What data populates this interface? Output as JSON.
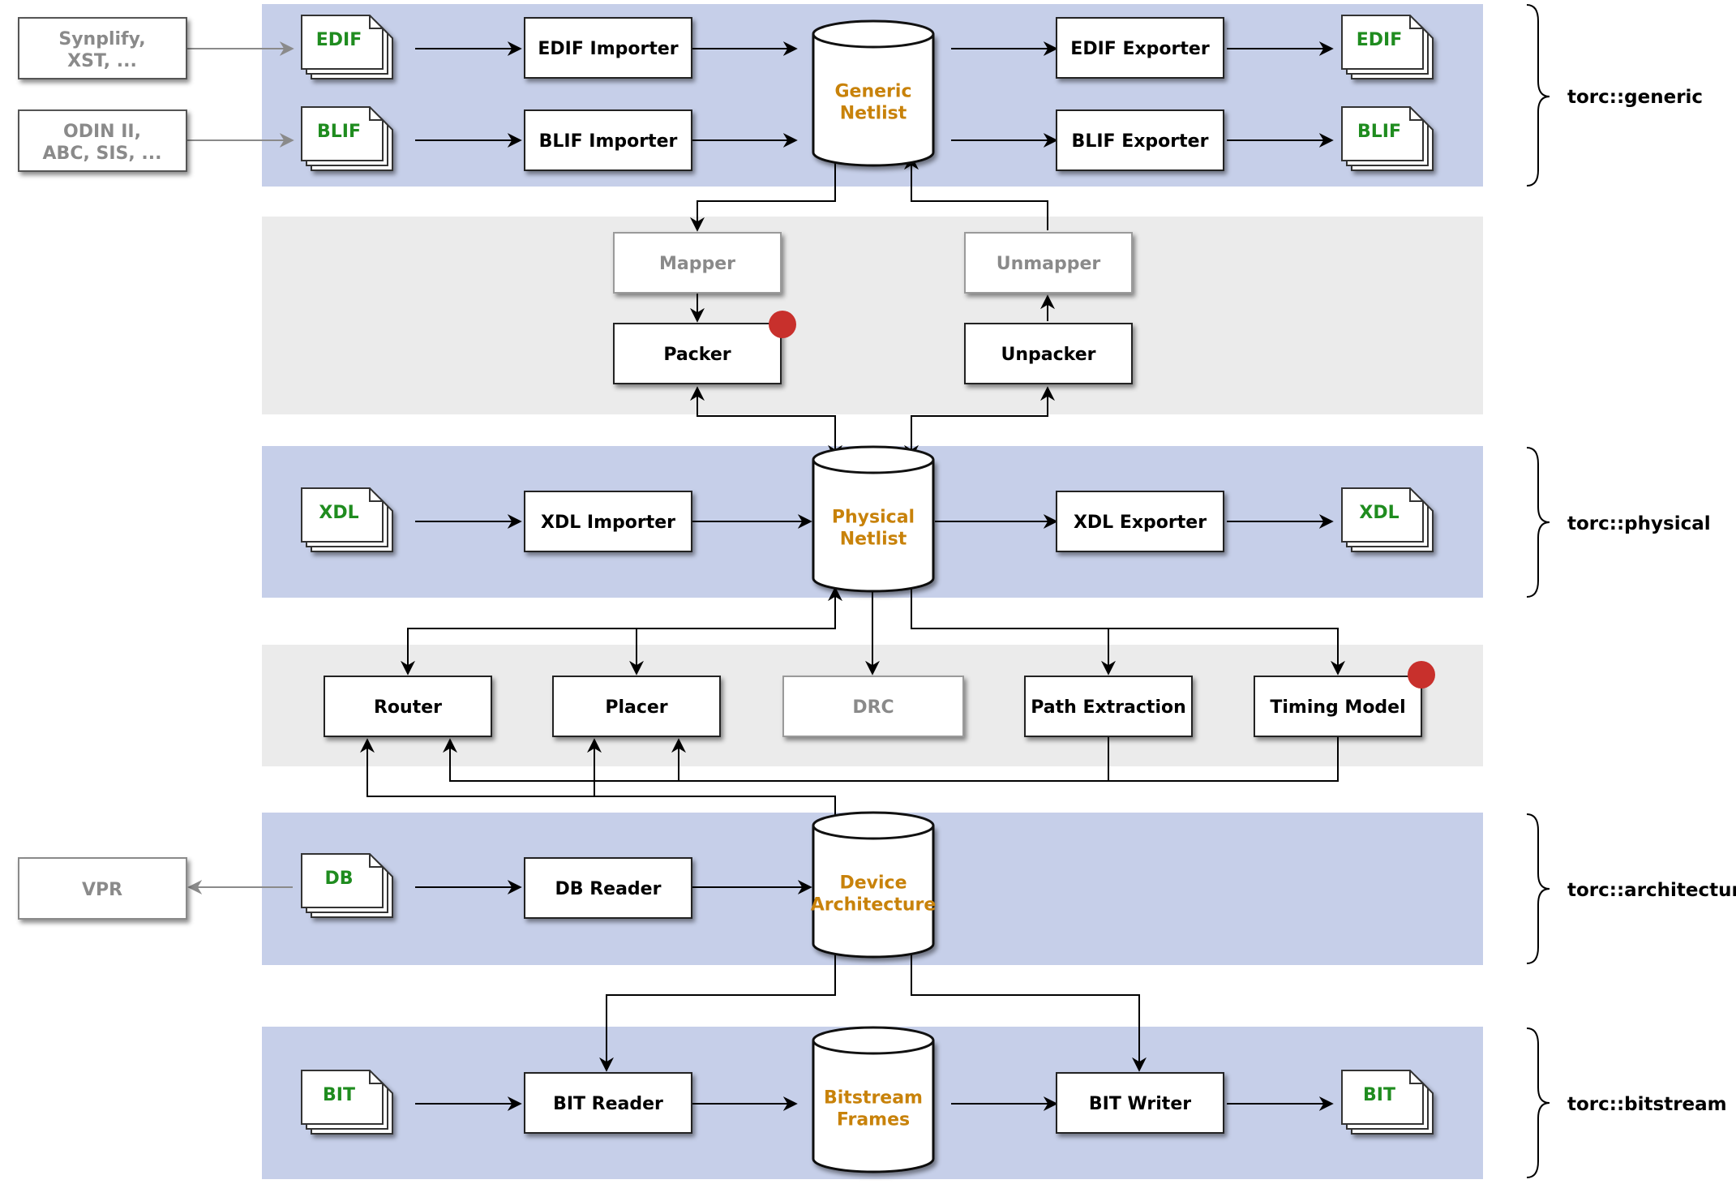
{
  "colors": {
    "band_blue": "#c6cfe9",
    "band_gray": "#ebebeb",
    "text_black": "#000000",
    "text_gray": "#8a8a8a",
    "text_green": "#1f8c1f",
    "text_orange": "#c8820a",
    "red_dot": "#c8302c"
  },
  "external_tools": {
    "synplify": [
      "Synplify,",
      "XST, ..."
    ],
    "odin": [
      "ODIN II,",
      "ABC, SIS, ..."
    ],
    "vpr": [
      "VPR"
    ]
  },
  "documents": {
    "edif_in": "EDIF",
    "blif_in": "BLIF",
    "edif_out": "EDIF",
    "blif_out": "BLIF",
    "xdl_in": "XDL",
    "xdl_out": "XDL",
    "db": "DB",
    "bit_in": "BIT",
    "bit_out": "BIT"
  },
  "processes": {
    "edif_importer": "EDIF Importer",
    "blif_importer": "BLIF Importer",
    "edif_exporter": "EDIF Exporter",
    "blif_exporter": "BLIF Exporter",
    "mapper": "Mapper",
    "unmapper": "Unmapper",
    "packer": "Packer",
    "unpacker": "Unpacker",
    "xdl_importer": "XDL Importer",
    "xdl_exporter": "XDL Exporter",
    "router": "Router",
    "placer": "Placer",
    "drc": "DRC",
    "path_extraction": "Path Extraction",
    "timing_model": "Timing Model",
    "db_reader": "DB Reader",
    "bit_reader": "BIT Reader",
    "bit_writer": "BIT Writer"
  },
  "databases": {
    "generic_netlist": [
      "Generic",
      "Netlist"
    ],
    "physical_netlist": [
      "Physical",
      "Netlist"
    ],
    "device_architecture": [
      "Device",
      "Architecture"
    ],
    "bitstream_frames": [
      "Bitstream",
      "Frames"
    ]
  },
  "namespaces": {
    "generic": "torc::generic",
    "physical": "torc::physical",
    "architecture": "torc::architecture",
    "bitstream": "torc::bitstream"
  }
}
